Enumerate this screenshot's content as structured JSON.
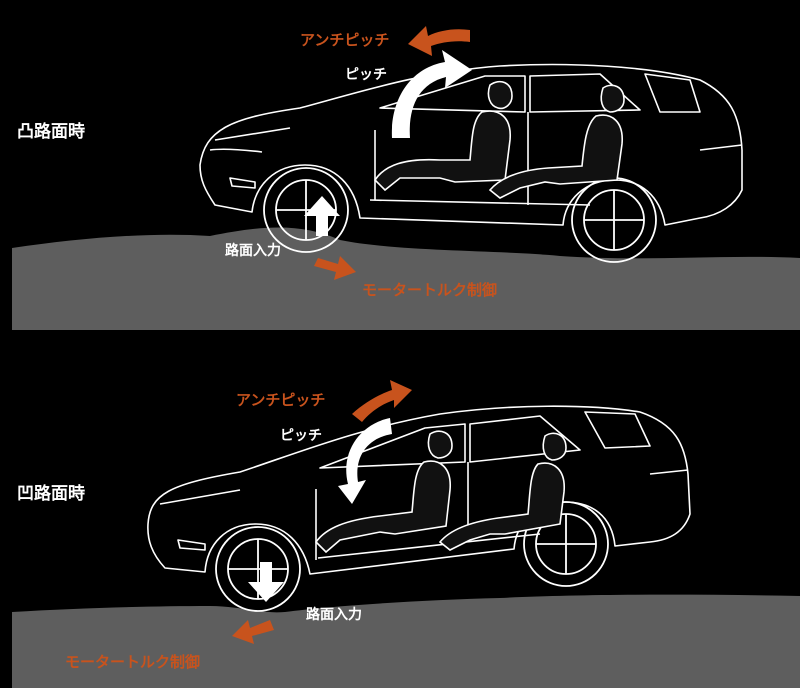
{
  "panels": [
    {
      "section_label": "凸路面時",
      "anti_pitch_label": "アンチピッチ",
      "pitch_label": "ピッチ",
      "road_input_label": "路面入力",
      "motor_torque_label": "モータートルク制御"
    },
    {
      "section_label": "凹路面時",
      "anti_pitch_label": "アンチピッチ",
      "pitch_label": "ピッチ",
      "road_input_label": "路面入力",
      "motor_torque_label": "モータートルク制御"
    }
  ],
  "colors": {
    "background": "#000000",
    "road": "#5e5e5e",
    "accent_orange": "#c8531d",
    "line_white": "#ffffff"
  },
  "icons": [
    "pitch-arrow-icon",
    "anti-pitch-arrow-icon",
    "road-input-arrow-icon",
    "motor-torque-arrow-icon"
  ]
}
